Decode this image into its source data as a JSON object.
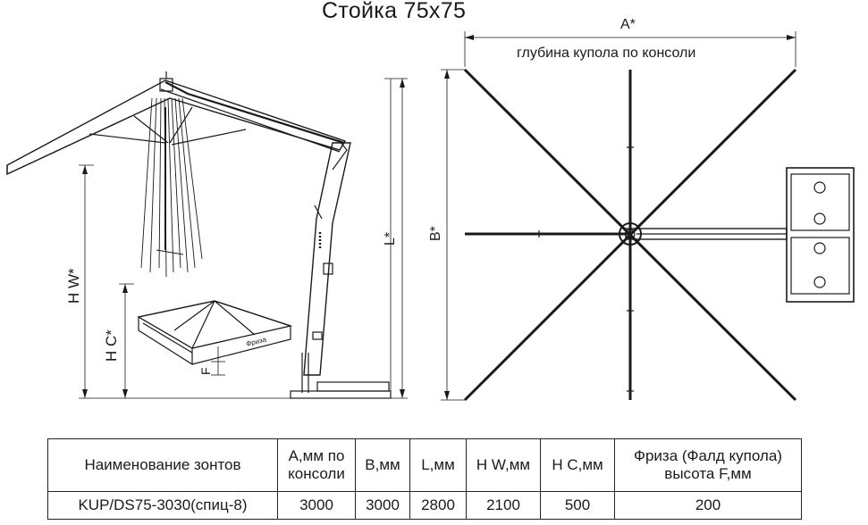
{
  "title": "Стойка 75х75",
  "labels": {
    "a_dim": "A*",
    "a_desc": "глубина купола по консоли",
    "b_dim": "B*",
    "l_dim": "L*",
    "hw_dim": "H W*",
    "hc_dim": "H C*",
    "f_dim": "F",
    "friza": "Фриза"
  },
  "table": {
    "headers": [
      "Наименование зонтов",
      "A,мм по консоли",
      "B,мм",
      "L,мм",
      "H W,мм",
      "H C,мм",
      "Фриза (Фалд купола) высота F,мм"
    ],
    "rows": [
      [
        "KUP/DS75-3030(спиц-8)",
        "3000",
        "3000",
        "2800",
        "2100",
        "500",
        "200"
      ]
    ]
  }
}
